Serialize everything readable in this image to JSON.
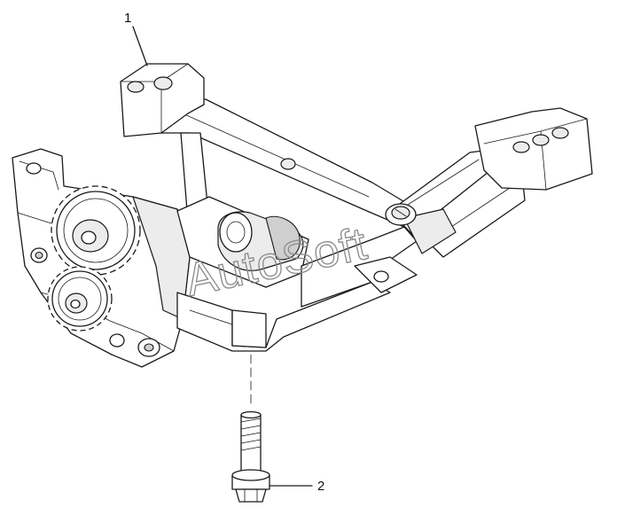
{
  "diagram": {
    "callouts": [
      {
        "label": "1"
      },
      {
        "label": "2"
      }
    ],
    "watermark": "AutoSoft"
  }
}
